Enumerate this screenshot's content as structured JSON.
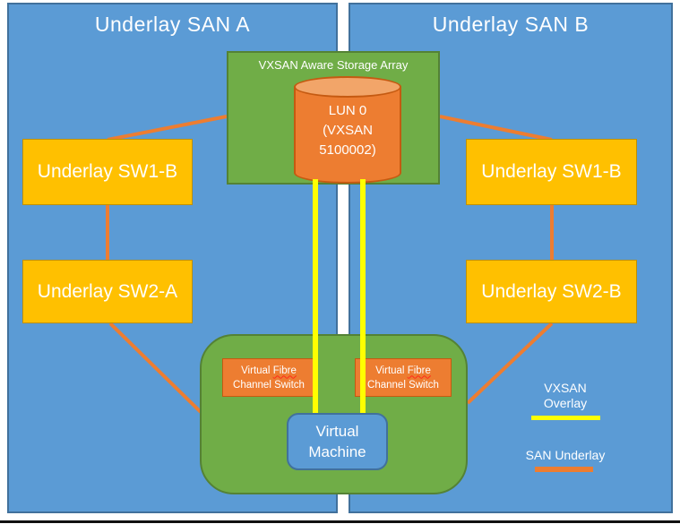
{
  "panels": {
    "left": {
      "title": "Underlay SAN A"
    },
    "right": {
      "title": "Underlay SAN B"
    }
  },
  "storage_array": {
    "title": "VXSAN Aware Storage Array",
    "lun": {
      "line1": "LUN 0",
      "line2": "(VXSAN",
      "line3": "5100002)"
    }
  },
  "switches": {
    "left_top": "Underlay SW1-B",
    "left_bottom": "Underlay SW2-A",
    "right_top": "Underlay SW1-B",
    "right_bottom": "Underlay SW2-B"
  },
  "host": {
    "vfc_left": {
      "word1": "Virtual",
      "misspelled": "Fibre",
      "line2": "Channel Switch"
    },
    "vfc_right": {
      "word1": "Virtual",
      "misspelled": "Fibre",
      "line2": "Channel Switch"
    },
    "vm": {
      "line1": "Virtual",
      "line2": "Machine"
    }
  },
  "legend": {
    "overlay": {
      "line1": "VXSAN",
      "line2": "Overlay",
      "color": "#FFFF00"
    },
    "underlay": {
      "label": "SAN Underlay",
      "color": "#ED7D31"
    }
  },
  "colors": {
    "panel_fill": "#5B9BD5",
    "panel_border": "#41719C",
    "green_fill": "#70AD47",
    "green_border": "#548235",
    "switch_fill": "#FFC000",
    "orange_fill": "#ED7D31",
    "orange_border": "#C55A11",
    "cylinder_top": "#F2A569",
    "overlay_line": "#FFFF00",
    "underlay_line": "#ED7D31",
    "text": "#FFFFFF"
  }
}
